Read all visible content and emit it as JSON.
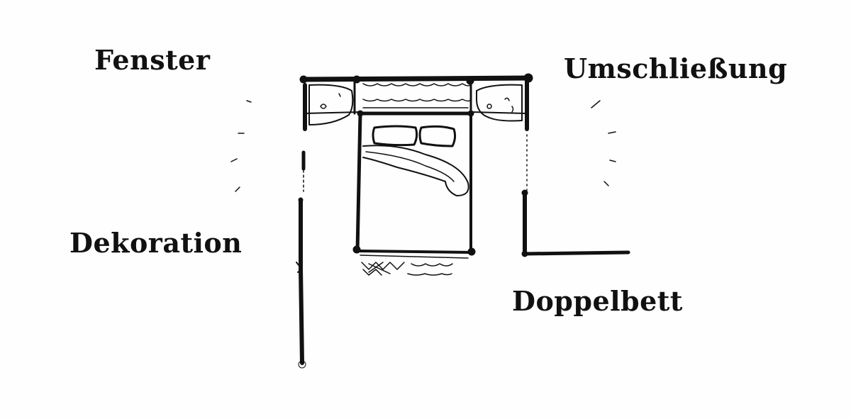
{
  "labels": {
    "window": "Fenster",
    "enclosure": "Umschließung",
    "decoration": "Dekoration",
    "double_bed": "Doppelbett"
  },
  "colors": {
    "ink": "#111111",
    "paper": "#fefefe"
  }
}
